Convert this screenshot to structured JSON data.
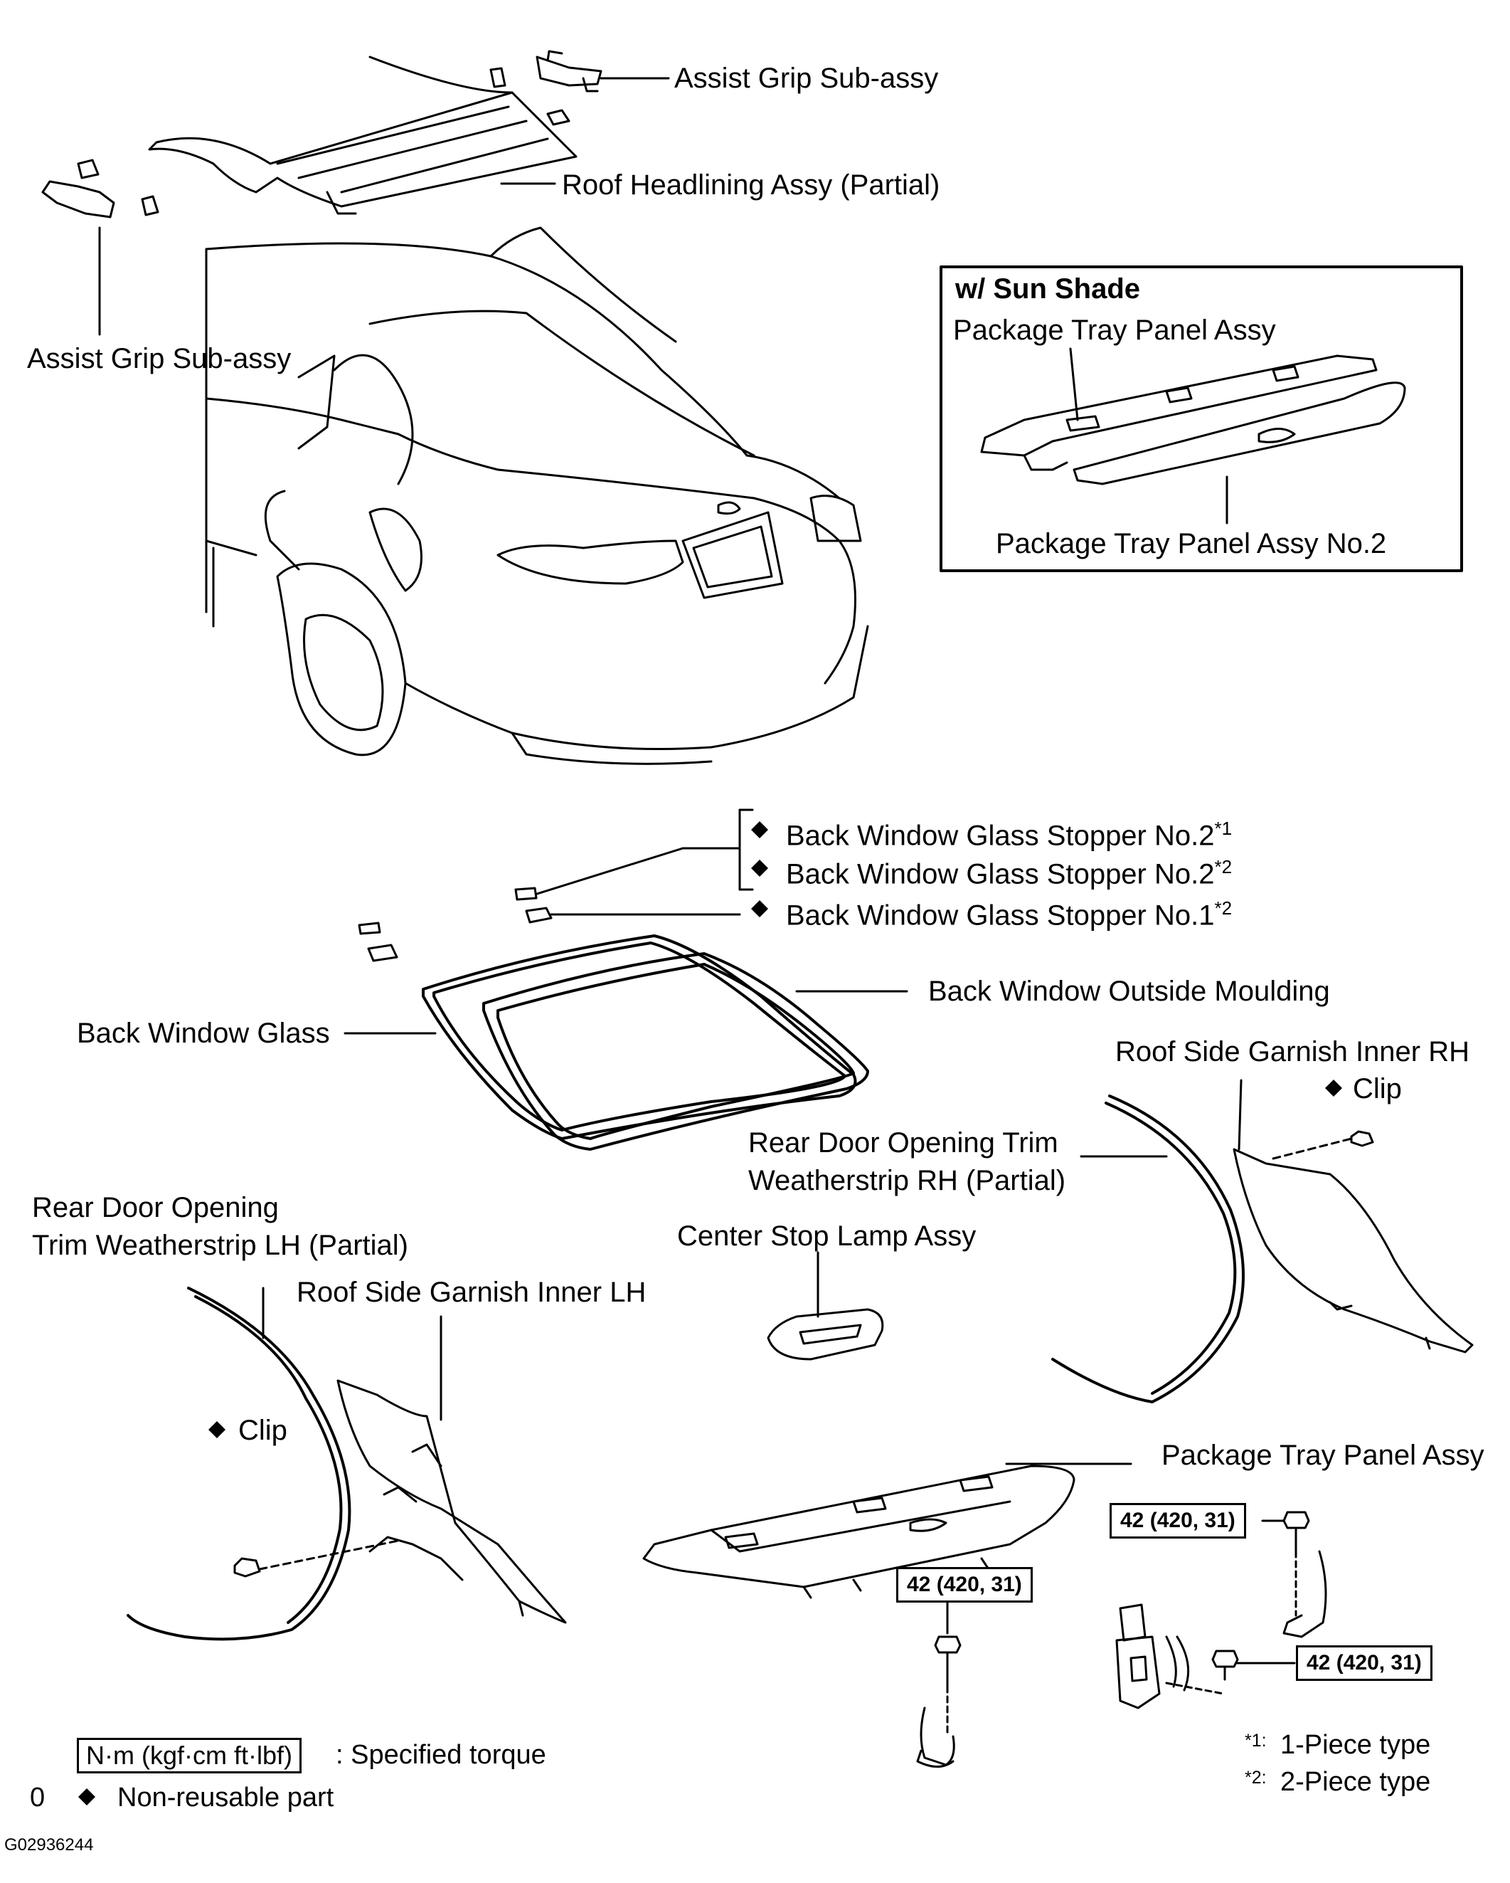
{
  "labels": {
    "assist_grip_top": "Assist Grip Sub-assy",
    "roof_headlining": "Roof Headlining Assy (Partial)",
    "assist_grip_left": "Assist Grip Sub-assy",
    "inset_title": "w/ Sun Shade",
    "inset_package_tray": "Package Tray Panel Assy",
    "inset_package_tray_no2": "Package Tray Panel Assy No.2",
    "stopper_no2_a": "Back Window Glass Stopper No.2",
    "stopper_no2_a_note": "*1",
    "stopper_no2_b": "Back Window Glass Stopper No.2",
    "stopper_no2_b_note": "*2",
    "stopper_no1": "Back Window Glass Stopper No.1",
    "stopper_no1_note": "*2",
    "back_window_moulding": "Back Window Outside Moulding",
    "back_window_glass": "Back Window Glass",
    "roof_side_garnish_rh": "Roof Side Garnish Inner RH",
    "clip_rh": "Clip",
    "rear_door_trim_rh_1": "Rear Door Opening Trim",
    "rear_door_trim_rh_2": "Weatherstrip RH (Partial)",
    "rear_door_trim_lh_1": "Rear Door Opening",
    "rear_door_trim_lh_2": "Trim Weatherstrip LH (Partial)",
    "center_stop_lamp": "Center Stop Lamp Assy",
    "roof_side_garnish_lh": "Roof Side Garnish Inner LH",
    "clip_lh": "Clip",
    "package_tray": "Package Tray Panel Assy"
  },
  "torque": {
    "t1": "42 (420, 31)",
    "t2": "42 (420, 31)",
    "t3": "42 (420, 31)"
  },
  "legend": {
    "torque_box": "N·m (kgf·cm ft·lbf)",
    "torque_text": ": Specified torque",
    "zero_mark": "0",
    "nonreusable_text": "Non-reusable part",
    "note1_mark": "*1:",
    "note1_text": "1-Piece  type",
    "note2_mark": "*2:",
    "note2_text": "2-Piece  type"
  },
  "figure_id": "G02936244",
  "icons": {
    "nonreusable": "diamond-icon"
  }
}
